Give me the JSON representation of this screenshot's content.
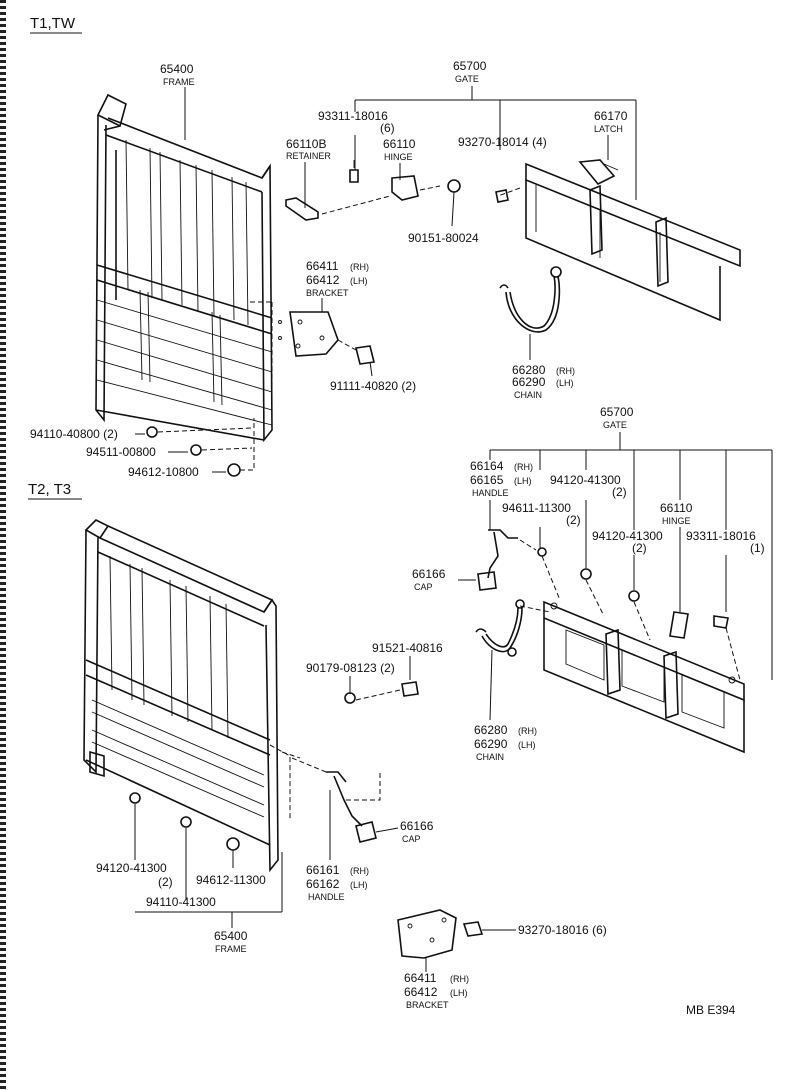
{
  "sections": {
    "top": "T1,TW",
    "bottom": "T2, T3"
  },
  "watermark": "MB  E394",
  "labels": {
    "frame_top_no": "65400",
    "frame_top_nm": "FRAME",
    "gate_top_no": "65700",
    "gate_top_nm": "GATE",
    "bolt_93311_top": "93311-18016",
    "bolt_93311_top_qty": "(6)",
    "retainer_no": "66110B",
    "retainer_nm": "RETAINER",
    "hinge_top_no": "66110",
    "hinge_top_nm": "HINGE",
    "bolt_93270_top": "93270-18014 (4)",
    "latch_no": "66170",
    "latch_nm": "LATCH",
    "washer_90151": "90151-80024",
    "bracket_top_rh": "66411",
    "bracket_top_rh_tag": "(RH)",
    "bracket_top_lh": "66412",
    "bracket_top_lh_tag": "(LH)",
    "bracket_top_nm": "BRACKET",
    "bolt_91111": "91111-40820 (2)",
    "chain_top_rh": "66280",
    "chain_top_rh_tag": "(RH)",
    "chain_top_lh": "66290",
    "chain_top_lh_tag": "(LH)",
    "chain_top_nm": "CHAIN",
    "nut_94110_top": "94110-40800 (2)",
    "nut_94511": "94511-00800",
    "nut_94612_top": "94612-10800",
    "gate_bot_no": "65700",
    "gate_bot_nm": "GATE",
    "handle_bot_rh": "66164",
    "handle_bot_rh_tag": "(RH)",
    "handle_bot_lh": "66165",
    "handle_bot_lh_tag": "(LH)",
    "handle_bot_nm": "HANDLE",
    "nut_94120_a": "94120-41300",
    "nut_94120_a_qty": "(2)",
    "nut_94611": "94611-11300",
    "nut_94611_qty": "(2)",
    "hinge_bot_no": "66110",
    "hinge_bot_nm": "HINGE",
    "nut_94120_b": "94120-41300",
    "nut_94120_b_qty": "(2)",
    "bolt_93311_bot": "93311-18016",
    "bolt_93311_bot_qty": "(1)",
    "cap_a_no": "66166",
    "cap_a_nm": "CAP",
    "bolt_91521": "91521-40816",
    "bolt_90179": "90179-08123 (2)",
    "chain_bot_rh": "66280",
    "chain_bot_rh_tag": "(RH)",
    "chain_bot_lh": "66290",
    "chain_bot_lh_tag": "(LH)",
    "chain_bot_nm": "CHAIN",
    "cap_b_no": "66166",
    "cap_b_nm": "CAP",
    "nut_94120_c": "94120-41300",
    "nut_94120_c_qty": "(2)",
    "nut_94612_bot": "94612-11300",
    "handle_frame_rh": "66161",
    "handle_frame_rh_tag": "(RH)",
    "handle_frame_lh": "66162",
    "handle_frame_lh_tag": "(LH)",
    "handle_frame_nm": "HANDLE",
    "nut_94110_bot": "94110-41300",
    "frame_bot_no": "65400",
    "frame_bot_nm": "FRAME",
    "bolt_93270_bot": "93270-18016 (6)",
    "bracket_bot_rh": "66411",
    "bracket_bot_rh_tag": "(RH)",
    "bracket_bot_lh": "66412",
    "bracket_bot_lh_tag": "(LH)",
    "bracket_bot_nm": "BRACKET"
  }
}
